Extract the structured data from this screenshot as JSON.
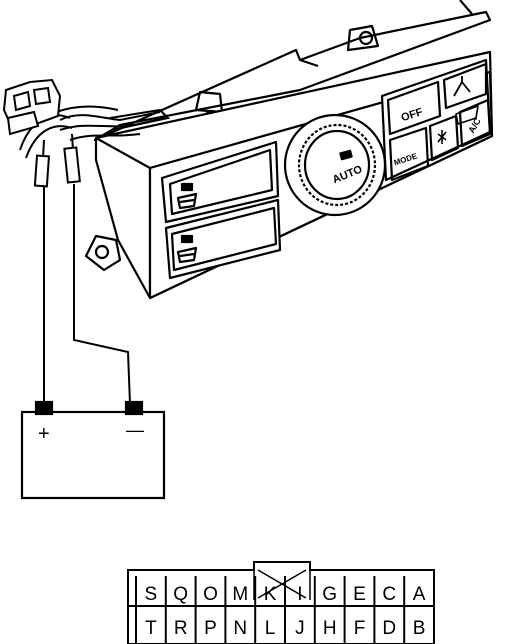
{
  "control_panel": {
    "buttons": {
      "off": "OFF",
      "auto": "AUTO",
      "mode": "MODE",
      "ac": "A/C"
    }
  },
  "battery": {
    "positive": "+",
    "negative": "—"
  },
  "connector": {
    "top_row": [
      "S",
      "Q",
      "O",
      "M",
      "K",
      "I",
      "G",
      "E",
      "C",
      "A"
    ],
    "bottom_row": [
      "T",
      "R",
      "P",
      "N",
      "L",
      "J",
      "H",
      "F",
      "D",
      "B"
    ]
  }
}
